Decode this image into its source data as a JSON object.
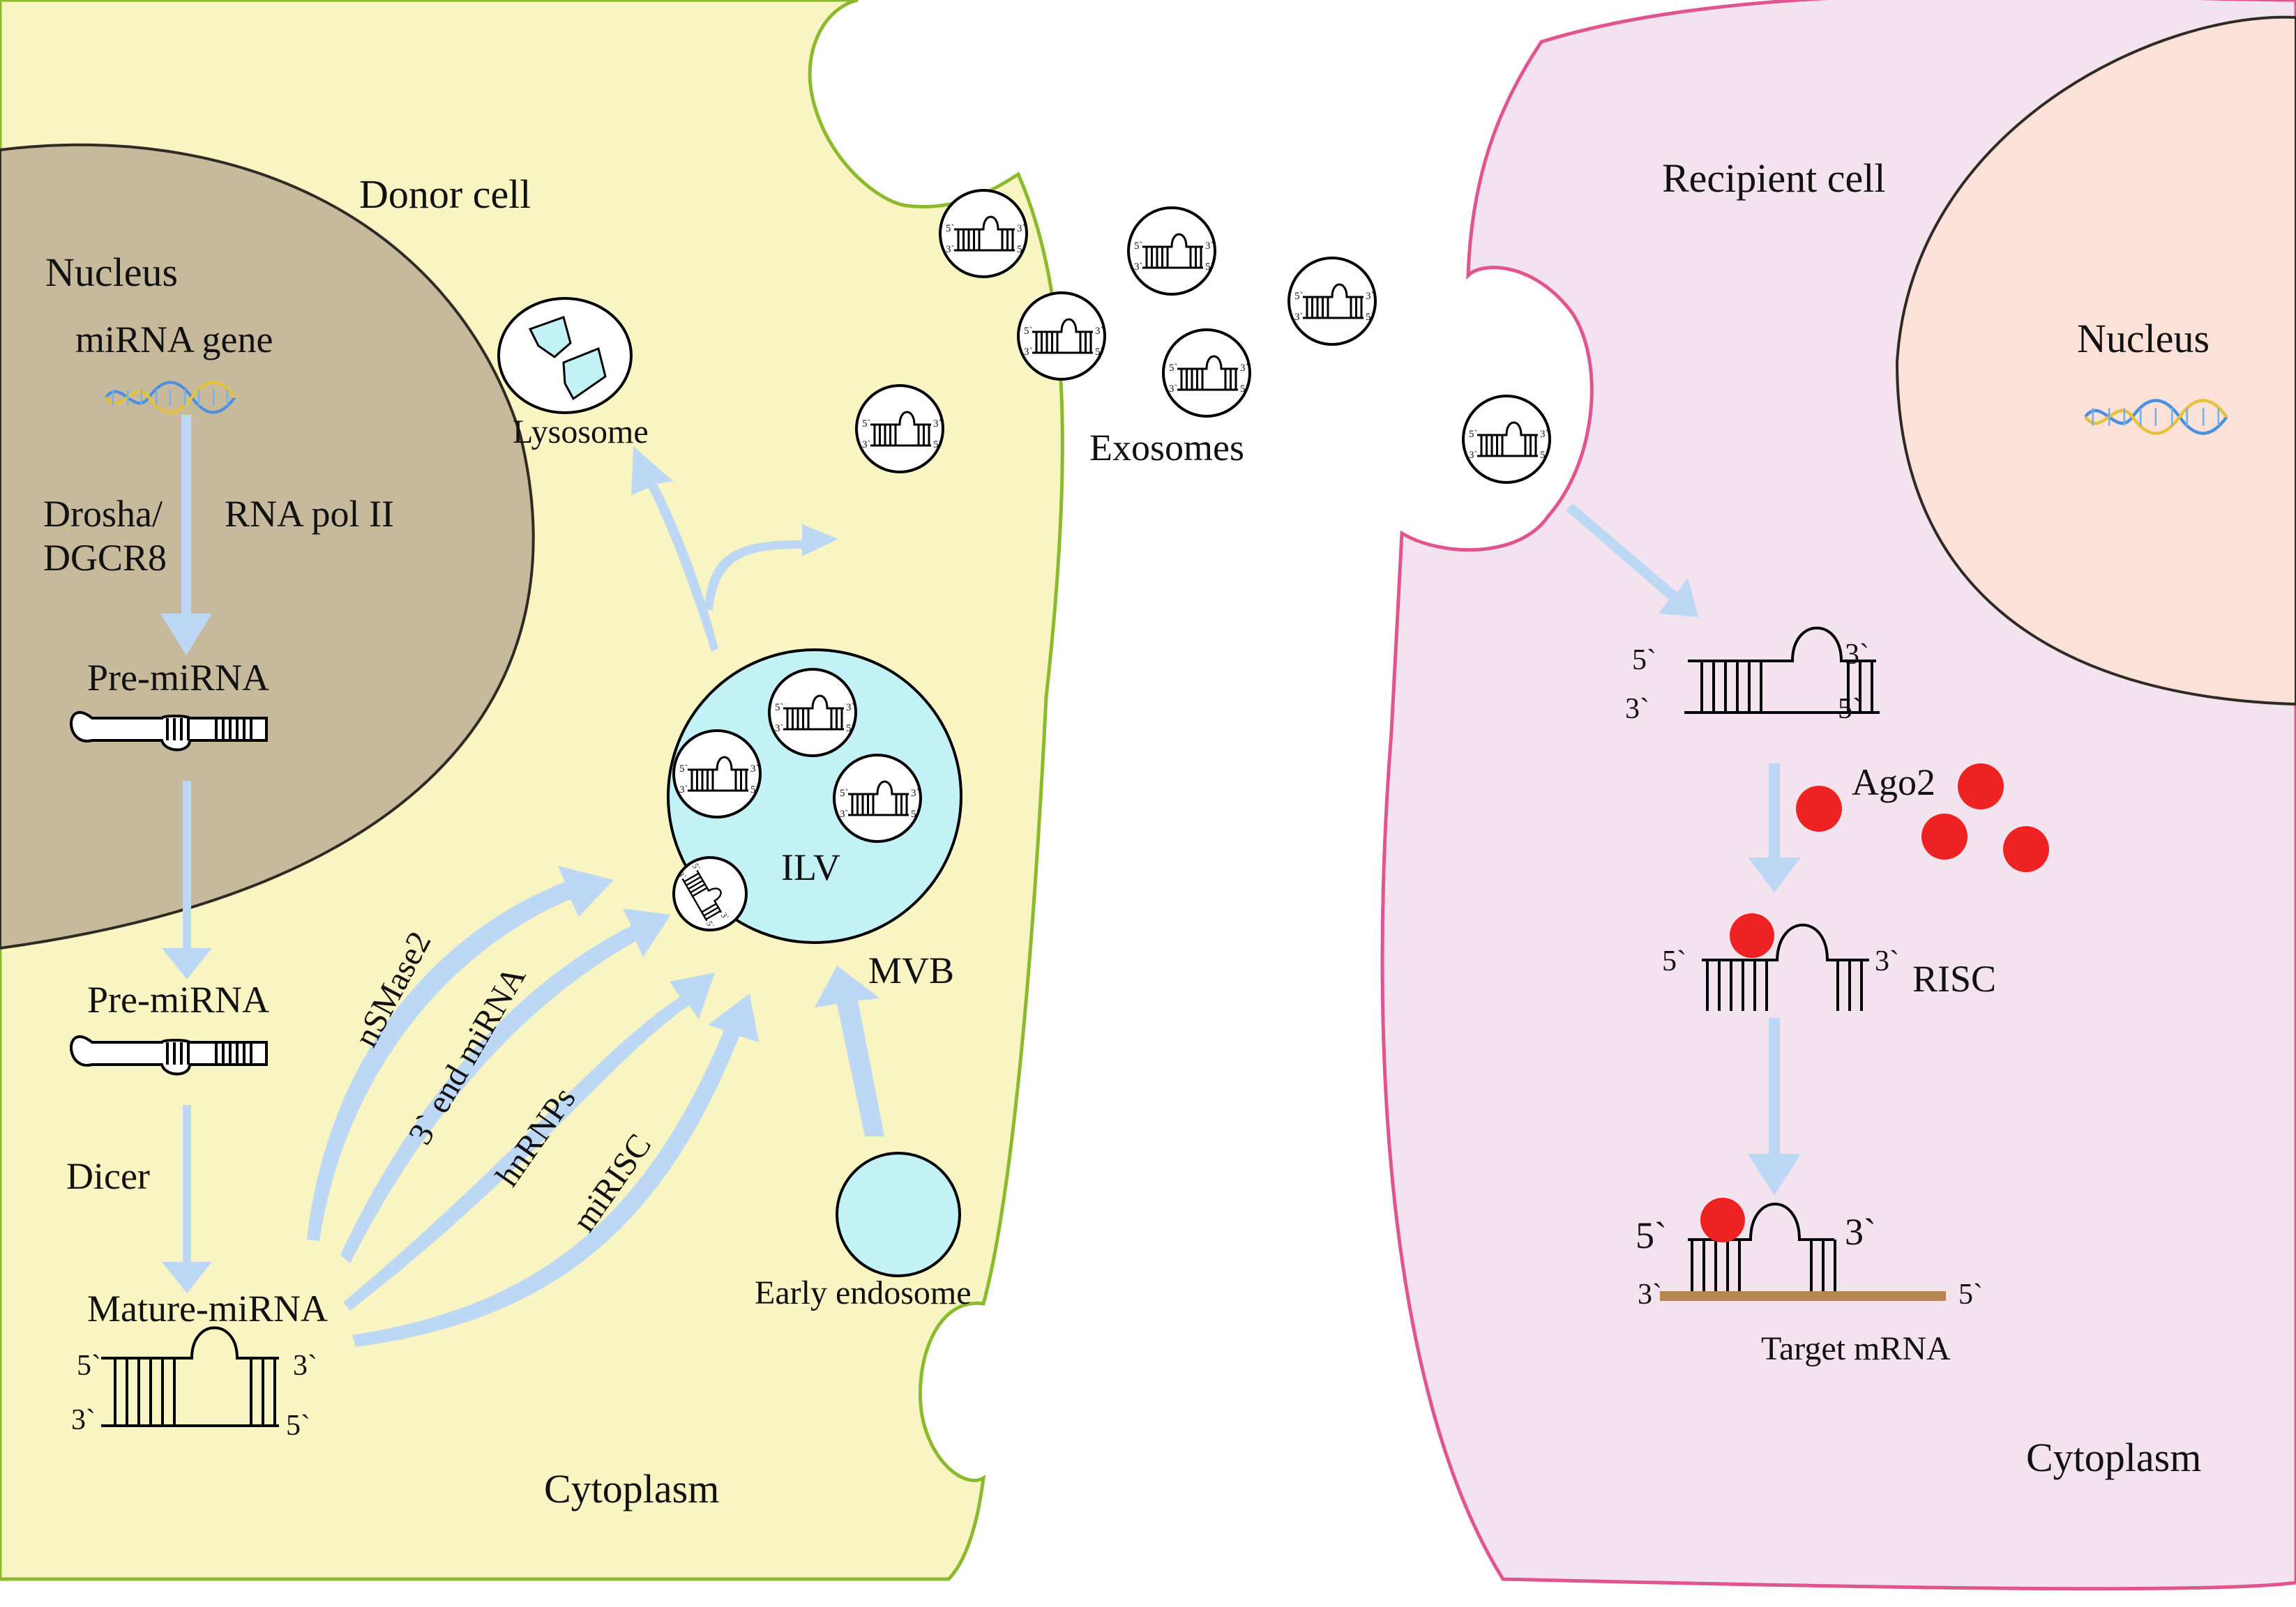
{
  "donor": {
    "cell_label": "Donor cell",
    "nucleus_label": "Nucleus",
    "gene_label": "miRNA gene",
    "drosha_line1": "Drosha/",
    "drosha_line2": "DGCR8",
    "pol_label": "RNA pol II",
    "pre_mirna_nuclear": "Pre-miRNA",
    "pre_mirna_cytoplasm": "Pre-miRNA",
    "dicer_label": "Dicer",
    "mature_label": "Mature-miRNA",
    "cytoplasm_label": "Cytoplasm",
    "lysosome_label": "Lysosome",
    "ilv_label": "ILV",
    "mvb_label": "MVB",
    "early_endosome_label": "Early endosome",
    "sorting": {
      "nsmase2": "nSMase2",
      "end3": "3` end miRNA",
      "hnrnps": "hnRNPs",
      "mirisc": "miRISC"
    }
  },
  "exosomes_label": "Exosomes",
  "recipient": {
    "cell_label": "Recipient cell",
    "nucleus_label": "Nucleus",
    "ago2_label": "Ago2",
    "risc_label": "RISC",
    "target_label": "Target mRNA",
    "cytoplasm_label": "Cytoplasm"
  },
  "strand_ends": {
    "five": "5`",
    "three": "3`"
  },
  "colors": {
    "donor_cytoplasm": "#f9f5c2",
    "donor_membrane": "#8cba2e",
    "donor_nucleus": "#c7b99b",
    "recipient_cytoplasm": "#f3e3ef",
    "recipient_membrane": "#e0548f",
    "recipient_nucleus": "#fce1d8",
    "arrow": "#bcd8f5",
    "mvb_fill": "#c2f1f6",
    "ago2": "#ee2222",
    "target_mrna": "#b88751"
  }
}
